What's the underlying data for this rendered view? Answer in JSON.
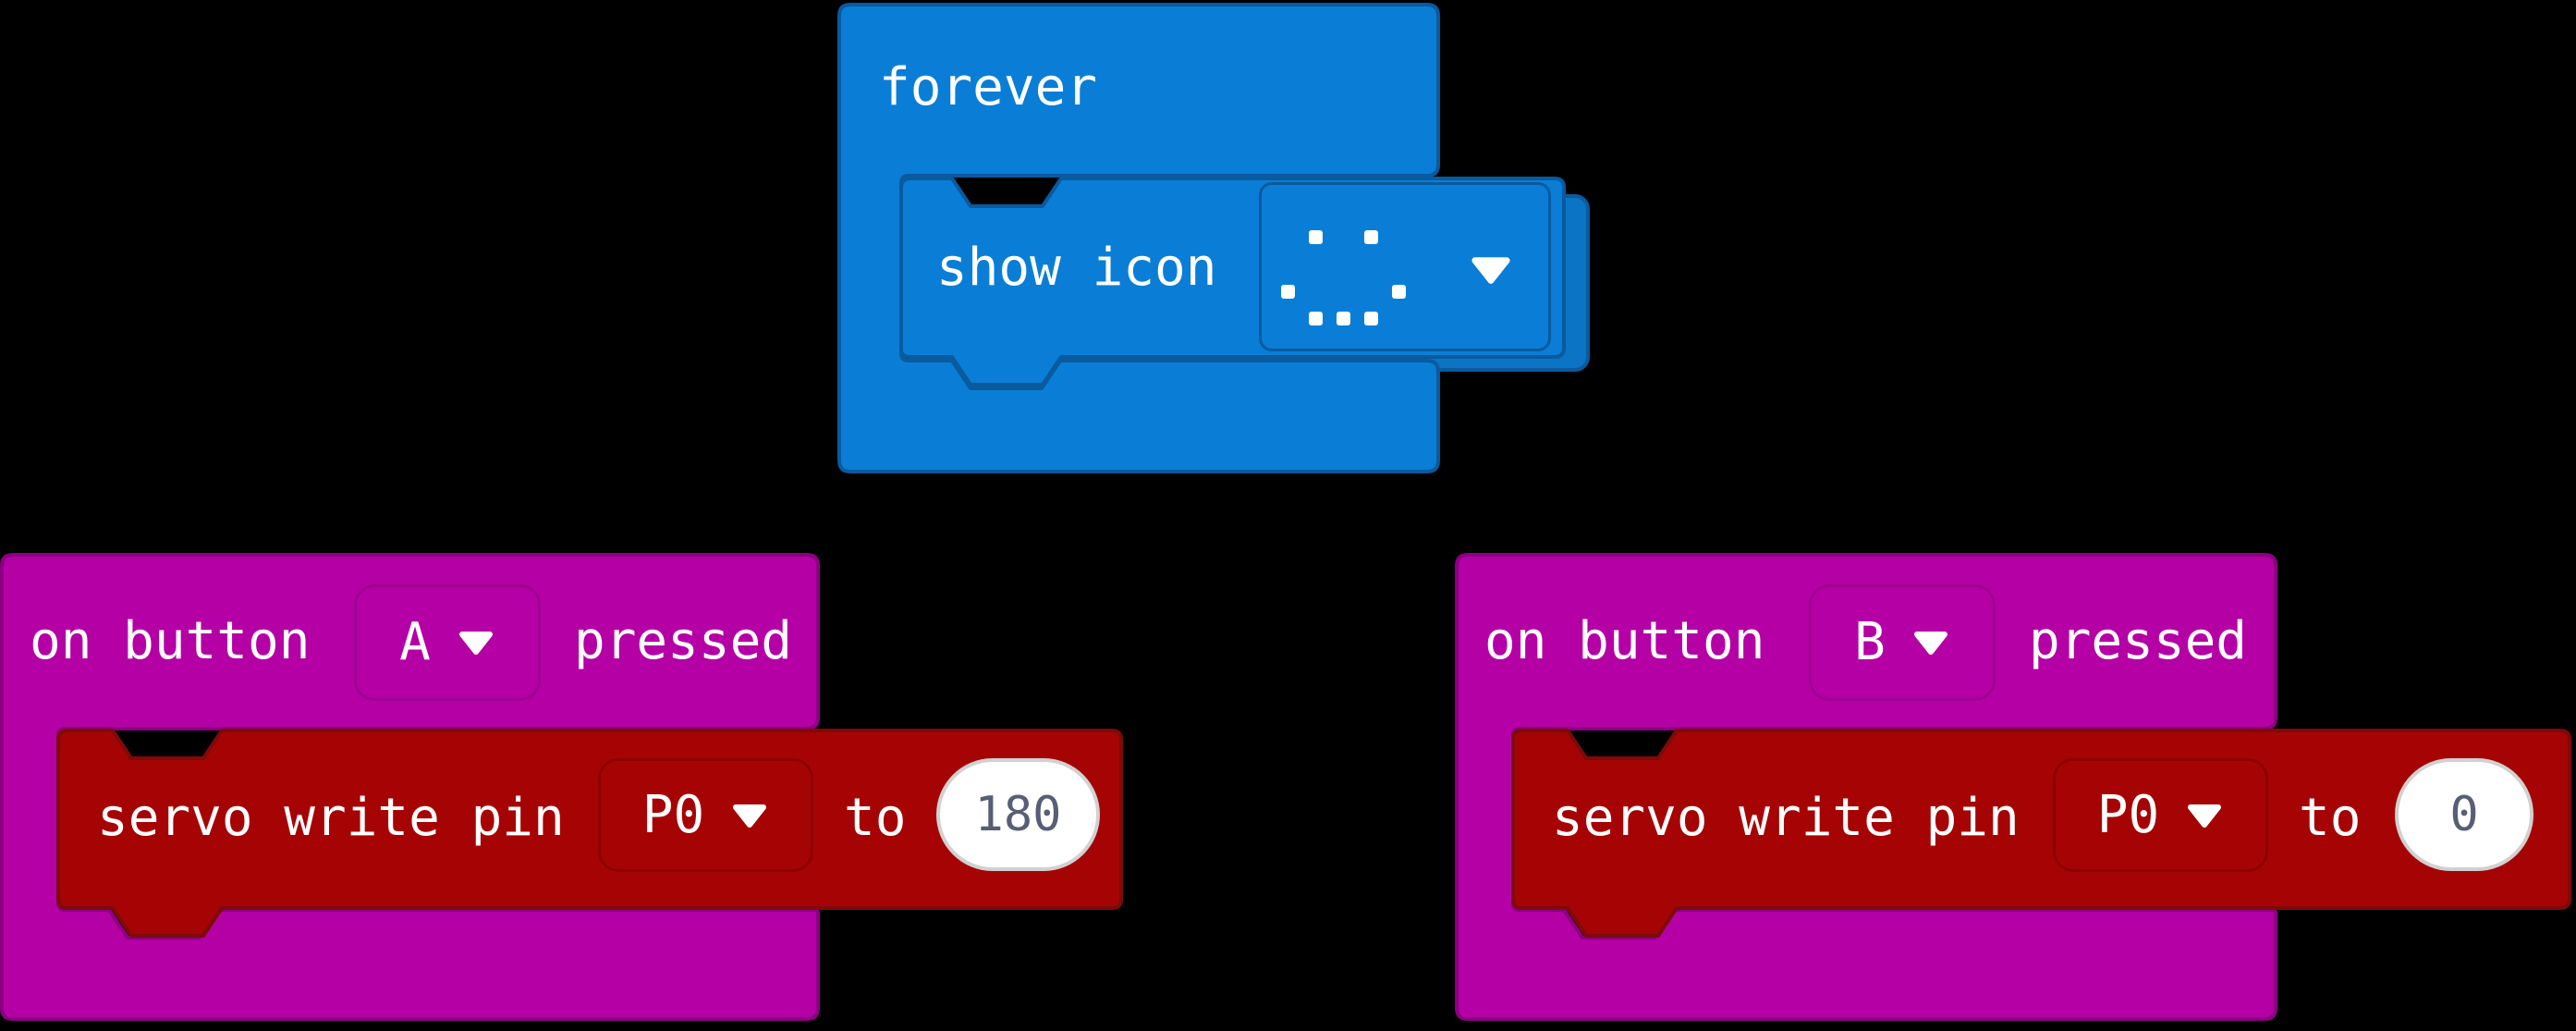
{
  "workspace": {
    "name": "MakeCode block editor workspace",
    "background": "#000000"
  },
  "colors": {
    "basic_blue": "#0A7ED6",
    "basic_blue_border": "#0A5A9E",
    "basic_blue_shadow": "#0B74C4",
    "input_magenta": "#B400A5",
    "input_magenta_border": "#8C0082",
    "input_field_border": "#9E0092",
    "pins_red": "#A60404",
    "pins_red_border": "#7E0A0A",
    "pins_field_border": "#8C0000",
    "field_text": "#FFFFFF",
    "value_text": "#575E75",
    "value_bg": "#FFFFFF"
  },
  "blocks": {
    "forever": {
      "label": "forever",
      "child": {
        "label": "show icon",
        "icon_name": "happy-face-led-icon",
        "icon_pattern": [
          [
            0,
            0,
            0,
            0,
            0
          ],
          [
            0,
            1,
            0,
            1,
            0
          ],
          [
            0,
            0,
            0,
            0,
            0
          ],
          [
            1,
            0,
            0,
            0,
            1
          ],
          [
            0,
            1,
            1,
            1,
            0
          ]
        ]
      }
    },
    "on_button_a": {
      "label_prefix": "on button",
      "button": "A",
      "label_suffix": "pressed",
      "child": {
        "label": "servo write pin",
        "pin": "P0",
        "to_label": "to",
        "value": "180"
      }
    },
    "on_button_b": {
      "label_prefix": "on button",
      "button": "B",
      "label_suffix": "pressed",
      "child": {
        "label": "servo write pin",
        "pin": "P0",
        "to_label": "to",
        "value": "0"
      }
    }
  }
}
